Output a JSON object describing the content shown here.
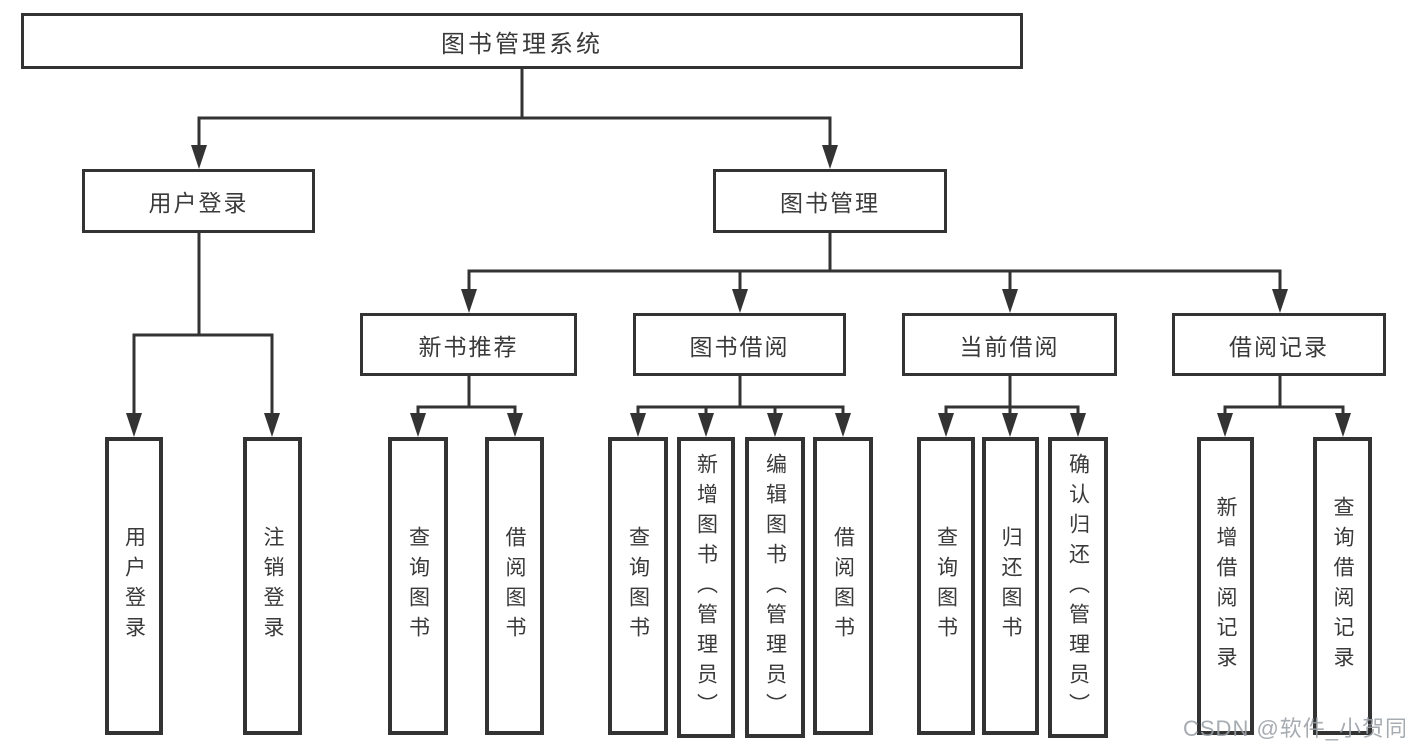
{
  "colors": {
    "line": "#333333",
    "box_border": "#333333",
    "text": "#3a3a3a",
    "background": "#ffffff",
    "watermark": "#9aa0a6"
  },
  "tree": {
    "root": {
      "label": "图书管理系统"
    },
    "children": [
      {
        "label": "用户登录",
        "children": [
          {
            "label": "用户登录"
          },
          {
            "label": "注销登录"
          }
        ]
      },
      {
        "label": "图书管理",
        "children": [
          {
            "label": "新书推荐",
            "children": [
              {
                "label": "查询图书"
              },
              {
                "label": "借阅图书"
              }
            ]
          },
          {
            "label": "图书借阅",
            "children": [
              {
                "label": "查询图书"
              },
              {
                "label": "新增图书（管理员）"
              },
              {
                "label": "编辑图书（管理员）"
              },
              {
                "label": "借阅图书"
              }
            ]
          },
          {
            "label": "当前借阅",
            "children": [
              {
                "label": "查询图书"
              },
              {
                "label": "归还图书"
              },
              {
                "label": "确认归还（管理员）"
              }
            ]
          },
          {
            "label": "借阅记录",
            "children": [
              {
                "label": "新增借阅记录"
              },
              {
                "label": "查询借阅记录"
              }
            ]
          }
        ]
      }
    ]
  },
  "watermark": "CSDN @软件_小贺同学"
}
